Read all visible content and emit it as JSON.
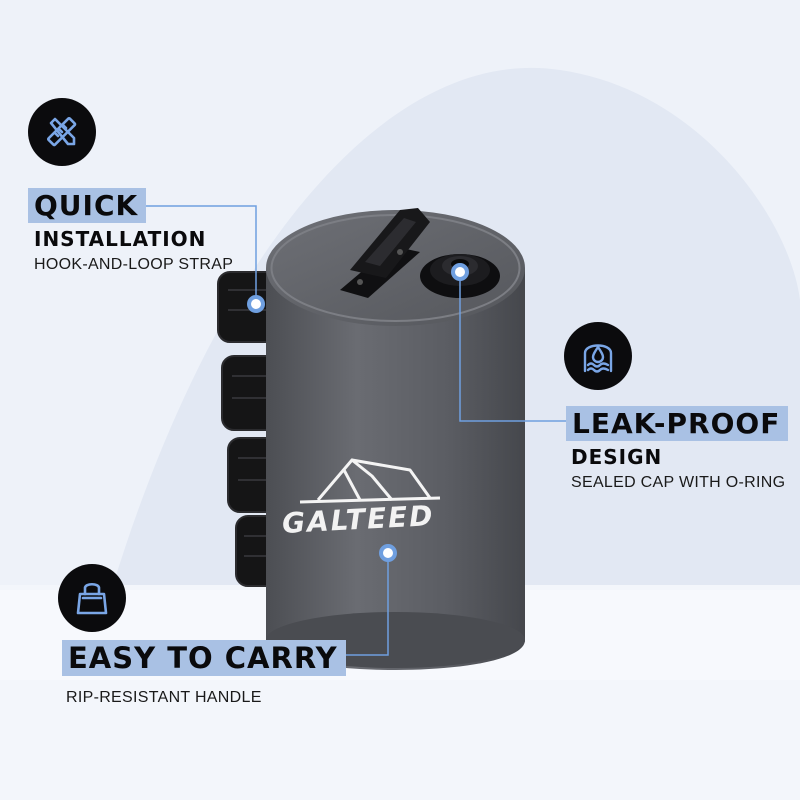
{
  "brand": "GALTEED",
  "features": {
    "quick": {
      "title": "QUICK",
      "subtitle": "INSTALLATION",
      "description": "HOOK-AND-LOOP STRAP",
      "icon": "tools-icon"
    },
    "leak": {
      "title": "LEAK-PROOF",
      "subtitle": "DESIGN",
      "description": "SEALED CAP WITH O-RING",
      "icon": "water-drop-icon"
    },
    "carry": {
      "title": "EASY TO CARRY",
      "description": "RIP-RESISTANT HANDLE",
      "icon": "bag-icon"
    }
  },
  "colors": {
    "background": "#eef2f9",
    "accent": "#a9c1e4",
    "bag": "#5e6066",
    "icon_bg": "#0b0b0d"
  }
}
